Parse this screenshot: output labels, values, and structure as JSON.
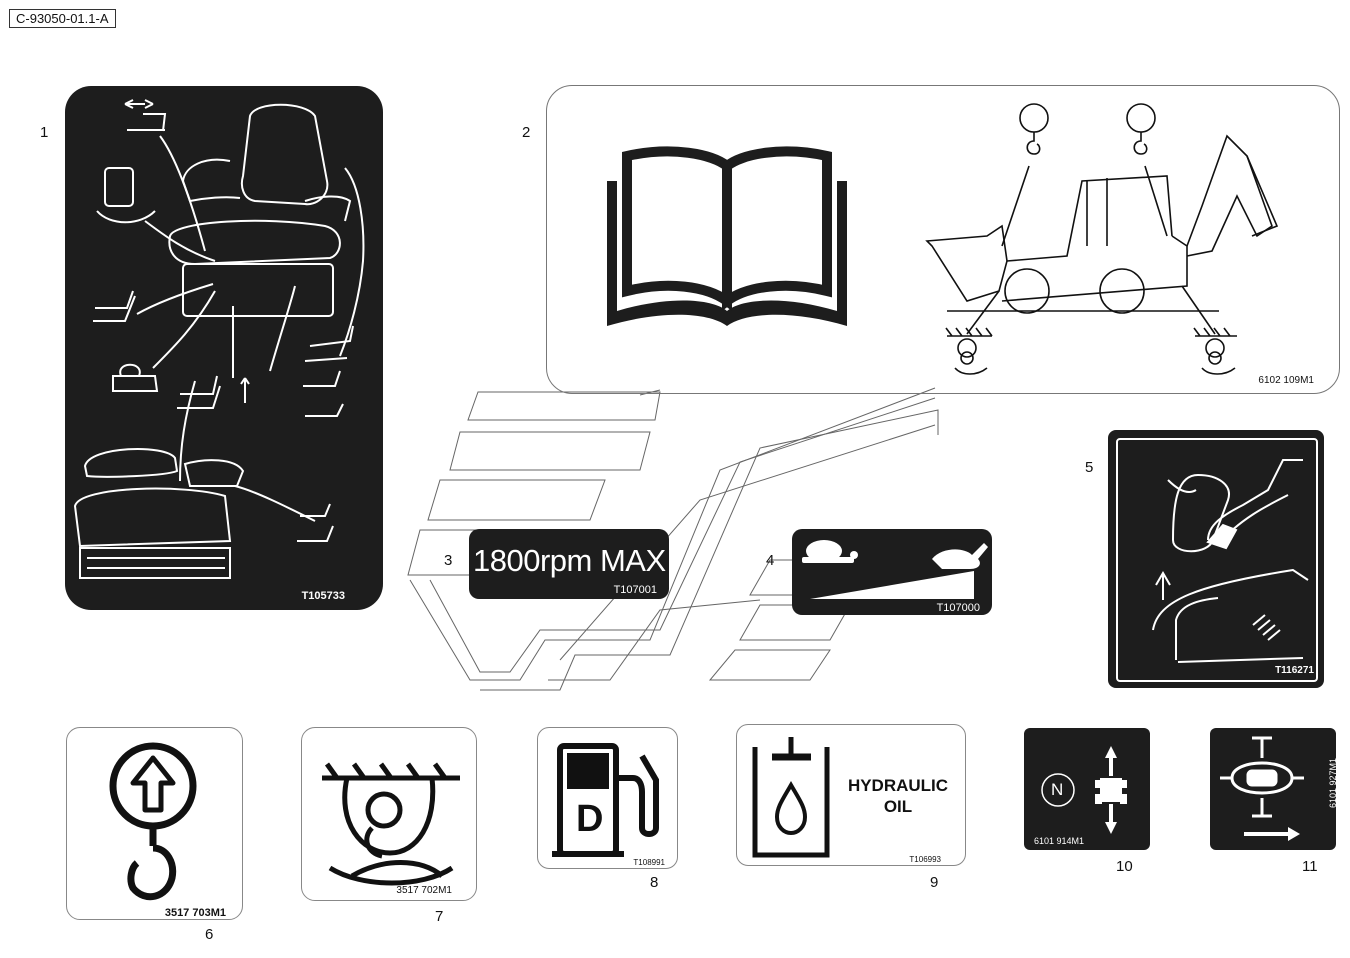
{
  "drawing_ref": "C-93050-01.1-A",
  "callouts": {
    "c1": "1",
    "c2": "2",
    "c3": "3",
    "c4": "4",
    "c5": "5",
    "c6": "6",
    "c7": "7",
    "c8": "8",
    "c9": "9",
    "c10": "10",
    "c11": "11"
  },
  "decals": {
    "seat": {
      "code": "T105733"
    },
    "manual_lifting": {
      "code": "6102 109M1"
    },
    "rpm": {
      "text": "1800rpm MAX",
      "code": "T107001"
    },
    "throttle": {
      "code": "T107000"
    },
    "hood": {
      "code": "T116271"
    },
    "lift_point": {
      "code": "3517 703M1"
    },
    "tie_down": {
      "code": "3517 702M1"
    },
    "fuel": {
      "letter": "D",
      "code": "T108991"
    },
    "hydraulic": {
      "line1": "HYDRAULIC",
      "line2": "OIL",
      "code": "T106993"
    },
    "neutral": {
      "letter": "N",
      "code": "6101 914M1"
    },
    "diff_lock": {
      "code": "6101 927M1"
    }
  },
  "colors": {
    "decal_bg": "#1d1d1d",
    "line": "#111111"
  }
}
